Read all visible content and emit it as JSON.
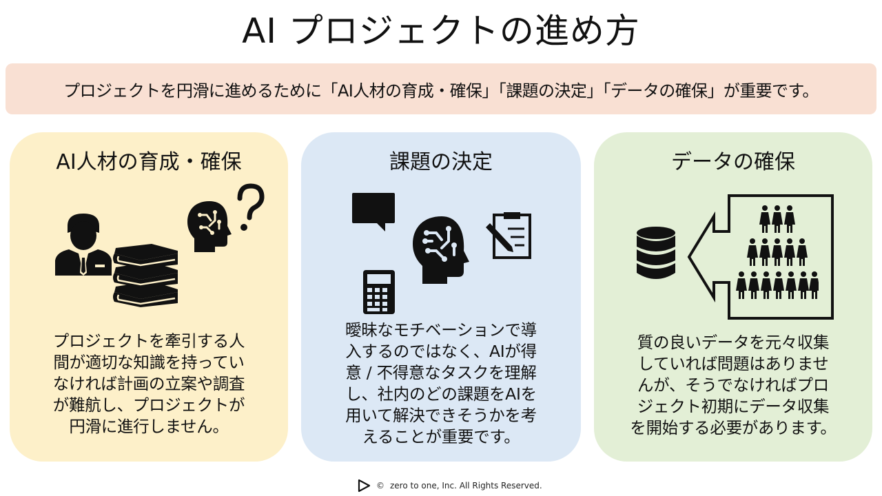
{
  "title": "AI プロジェクトの進め方",
  "banner": "プロジェクトを円滑に進めるために「AI人材の育成・確保」「課題の決定」「データの確保」が重要です。",
  "cards": [
    {
      "title": "AI人材の育成・確保",
      "lines": [
        "プロジェクトを牽引する人",
        "間が適切な知識を持ってい",
        "なければ計画の立案や調査",
        "が難航し、プロジェクトが",
        "円滑に進行しません。"
      ],
      "color": "#fdf0c9",
      "icons": [
        "businessman-icon",
        "books-icon",
        "ai-head-question-icon"
      ]
    },
    {
      "title": "課題の決定",
      "lines": [
        "曖昧なモチベーションで導",
        "入するのではなく、AIが得",
        "意 / 不得意なタスクを理解",
        "し、社内のどの課題をAIを",
        "用いて解決できそうかを考",
        "えることが重要です。"
      ],
      "color": "#dce8f5",
      "icons": [
        "speech-bubble-icon",
        "ai-head-icon",
        "clipboard-pen-icon",
        "calculator-icon"
      ]
    },
    {
      "title": "データの確保",
      "lines": [
        "質の良いデータを元々収集",
        "していれば問題はありませ",
        "んが、そうでなければプロ",
        "ジェクト初期にデータ収集",
        "を開始する必要があります。"
      ],
      "color": "#e3efd6",
      "icons": [
        "database-icon",
        "arrow-left-icon",
        "people-crowd-icon"
      ]
    }
  ],
  "footer": {
    "copyright_symbol": "©",
    "text": "zero to one, Inc. All Rights Reserved.",
    "logo_icon": "play-triangle-logo-icon"
  }
}
